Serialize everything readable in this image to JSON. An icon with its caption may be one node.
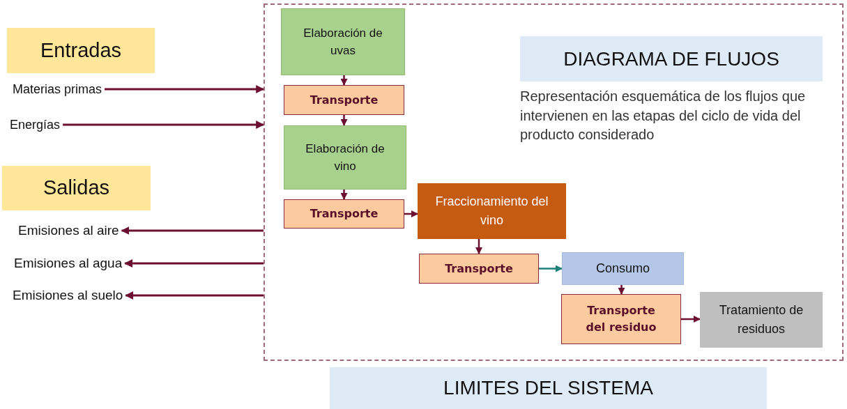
{
  "diagram": {
    "nodes": [
      {
        "text": [],
        "shape": "box"
      },
      {
        "text": [
          "Elaboración de uvas"
        ],
        "in": 0
      },
      {
        "text": [
          "Transporte"
        ],
        "in": 0
      },
      {
        "text": [
          "Elaboración de vino"
        ],
        "in": 0
      },
      {
        "text": [
          "Transporte"
        ],
        "in": 0
      },
      {
        "text": [
          "Fraccionamiento del vino"
        ],
        "in": 0
      },
      {
        "text": [
          "Transporte"
        ],
        "in": 0
      },
      {
        "text": [
          "Consumo"
        ],
        "in": 0
      },
      {
        "text": [
          "Transporte del residuo"
        ],
        "in": 0
      },
      {
        "text": [
          "Tratamiento de residuos"
        ],
        "in": 0
      },
      {
        "text": [
          "DIAGRAMA DE FLUJOS"
        ],
        "in": 0
      },
      {
        "text": [
          "Entradas"
        ]
      },
      {
        "text": [
          "Materias primas"
        ]
      },
      {
        "text": [
          "Energías"
        ]
      },
      {
        "text": [
          "Salidas"
        ]
      },
      {
        "text": [
          "Emisiones al aire"
        ]
      },
      {
        "text": [
          "Emisiones al agua"
        ]
      },
      {
        "text": [
          "Emisiones al suelo"
        ]
      },
      {
        "text": [
          "LIMITES DEL SISTEMA"
        ]
      }
    ],
    "edges": [
      {
        "from": 1,
        "to": 2,
        "arrow": "to"
      },
      {
        "from": 2,
        "to": 3,
        "arrow": "to"
      },
      {
        "from": 3,
        "to": 4,
        "arrow": "to"
      },
      {
        "from": 4,
        "to": 5,
        "arrow": "to"
      },
      {
        "from": 5,
        "to": 6,
        "arrow": "to"
      },
      {
        "from": 6,
        "to": 7,
        "arrow": "to",
        "color": "#1f7f78"
      },
      {
        "from": 7,
        "to": 8,
        "arrow": "to"
      },
      {
        "from": 8,
        "to": 9,
        "arrow": "to"
      },
      {
        "from": 12,
        "to": 0,
        "arrow": "to"
      },
      {
        "from": 13,
        "to": 0,
        "arrow": "to"
      },
      {
        "from": 0,
        "to": 15,
        "arrow": "to"
      },
      {
        "from": 0,
        "to": 16,
        "arrow": "to"
      },
      {
        "from": 0,
        "to": 17,
        "arrow": "to"
      }
    ],
    "labels": [
      "Representación esquemática de los flujos que intervienen en las etapas del ciclo de vida del producto considerado"
    ]
  }
}
